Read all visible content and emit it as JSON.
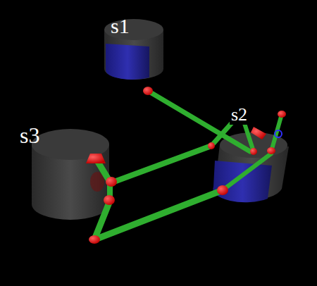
{
  "diagram": {
    "labels": [
      "s1",
      "s2",
      "s3"
    ]
  }
}
